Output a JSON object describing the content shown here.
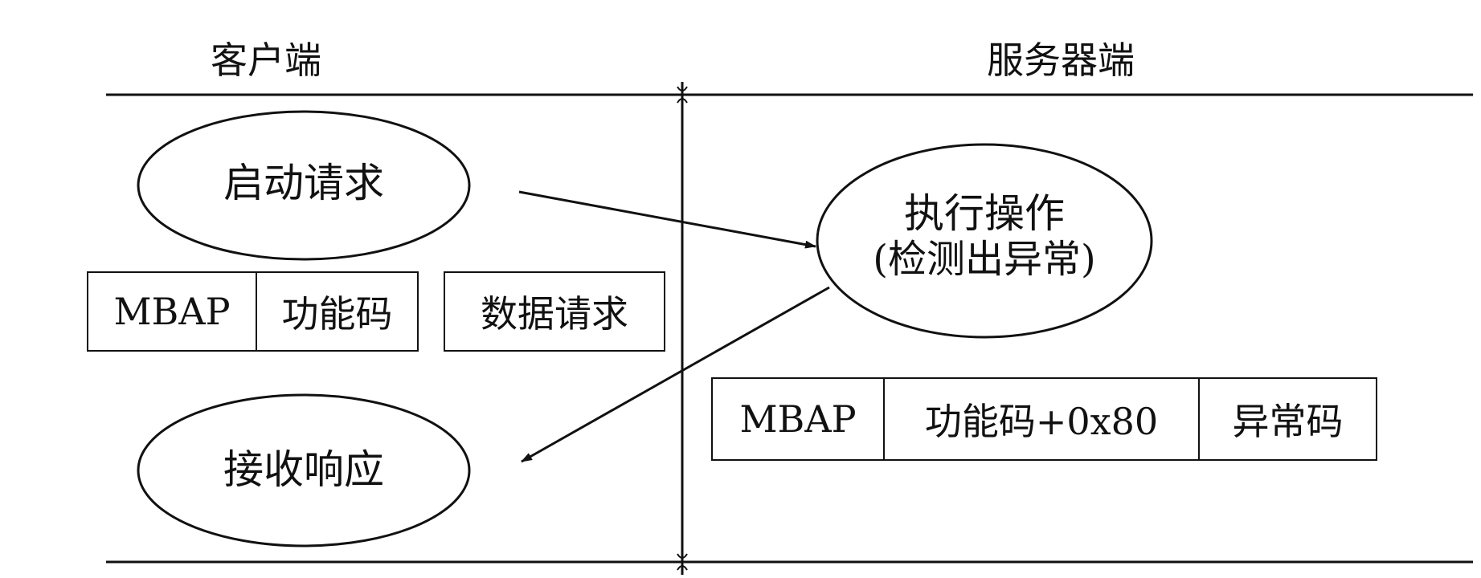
{
  "headings": {
    "client": "客户端",
    "server": "服务器端"
  },
  "nodes": {
    "start_request": "启动请求",
    "execute_line1": "执行操作",
    "execute_line2": "(检测出异常)",
    "receive_response": "接收响应"
  },
  "request_frame": {
    "mbap": "MBAP",
    "function_code": "功能码",
    "data_request": "数据请求"
  },
  "exception_frame": {
    "mbap": "MBAP",
    "function_code": "功能码+0x80",
    "exception_code": "异常码"
  },
  "colors": {
    "stroke": "#111111",
    "background": "#ffffff"
  }
}
